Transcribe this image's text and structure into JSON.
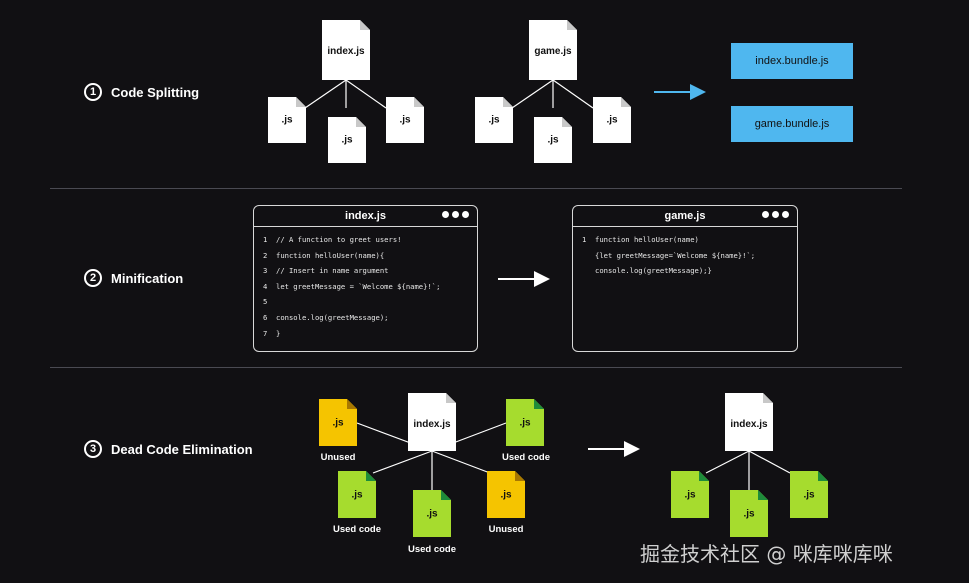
{
  "steps": [
    {
      "number": "1",
      "label": "Code Splitting"
    },
    {
      "number": "2",
      "label": "Minification"
    },
    {
      "number": "3",
      "label": "Dead Code Elimination"
    }
  ],
  "splitting": {
    "entry_a": "index.js",
    "entry_b": "game.js",
    "child_label": ".js",
    "bundles": [
      "index.bundle.js",
      "game.bundle.js"
    ]
  },
  "minification": {
    "before": {
      "title": "index.js",
      "lines": [
        {
          "n": "1",
          "text": "// A function to greet users!"
        },
        {
          "n": "2",
          "text": "function helloUser(name){"
        },
        {
          "n": "3",
          "text": "// Insert in name argument"
        },
        {
          "n": "4",
          "text": "let greetMessage = `Welcome ${name}!`;"
        },
        {
          "n": "5",
          "text": ""
        },
        {
          "n": "6",
          "text": "console.log(greetMessage);"
        },
        {
          "n": "7",
          "text": "}"
        }
      ]
    },
    "after": {
      "title": "game.js",
      "lines": [
        {
          "n": "1",
          "text": "function helloUser(name)"
        },
        {
          "n": "",
          "text": "{let greetMessage=`Welcome ${name}!`;"
        },
        {
          "n": "",
          "text": "console.log(greetMessage);}"
        }
      ]
    }
  },
  "dead_code": {
    "entry": "index.js",
    "file_label": ".js",
    "unused_label": "Unused",
    "used_label": "Used code"
  },
  "colors": {
    "background": "#111013",
    "bundle": "#4fb7ef",
    "used": "#a6dc2e",
    "unused": "#f5c400"
  },
  "watermark": "掘金技术社区 @ 咪库咪库咪"
}
